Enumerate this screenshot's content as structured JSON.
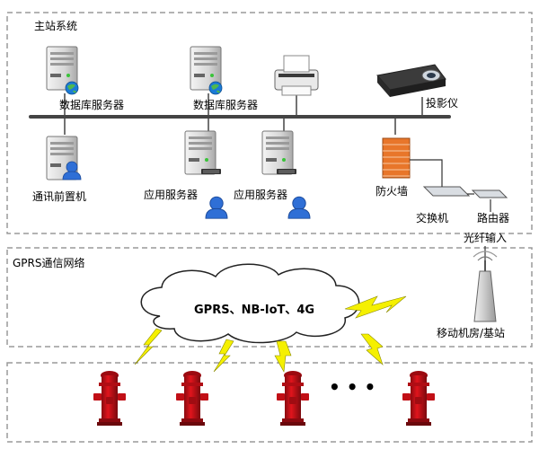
{
  "sections": {
    "master": "主站系统",
    "network": "GPRS通信网络"
  },
  "nodes": {
    "db_server_1": "数据库服务器",
    "db_server_2": "数据库服务器",
    "projector": "投影仪",
    "comm_frontend": "通讯前置机",
    "app_server_1": "应用服务器",
    "app_server_2": "应用服务器",
    "firewall": "防火墙",
    "switch": "交换机",
    "router": "路由器",
    "fiber_input": "光纤输入",
    "mobile_station": "移动机房/基站"
  },
  "cloud": "GPRS、NB-IoT、4G",
  "hydrants": {
    "count": 4,
    "ellipsis": "• • •"
  },
  "colors": {
    "frame_dash": "#9a9a9a",
    "bus": "#444444",
    "server_body": "#dcdcdc",
    "globe": "#1b7bd6",
    "user": "#2f6fd6",
    "firewall": "#e8762a",
    "hydrant": "#d4111a",
    "lightning": "#f5f000"
  }
}
